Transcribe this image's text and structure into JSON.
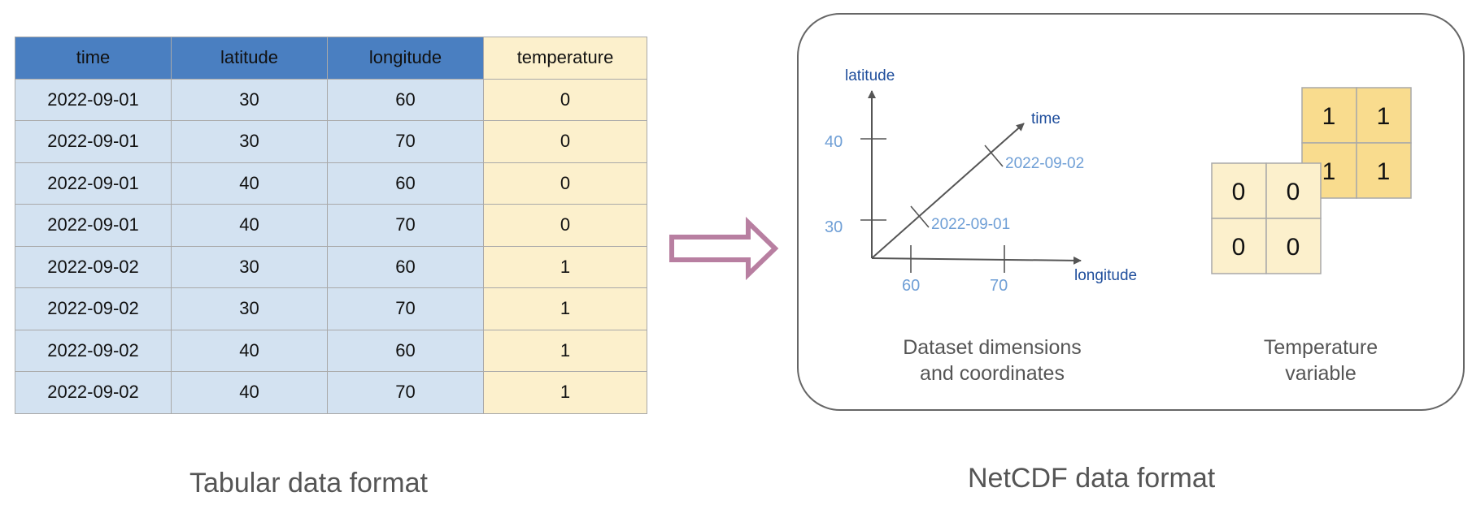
{
  "table": {
    "columns": [
      "time",
      "latitude",
      "longitude",
      "temperature"
    ],
    "rows": [
      [
        "2022-09-01",
        "30",
        "60",
        "0"
      ],
      [
        "2022-09-01",
        "30",
        "70",
        "0"
      ],
      [
        "2022-09-01",
        "40",
        "60",
        "0"
      ],
      [
        "2022-09-01",
        "40",
        "70",
        "0"
      ],
      [
        "2022-09-02",
        "30",
        "60",
        "1"
      ],
      [
        "2022-09-02",
        "30",
        "70",
        "1"
      ],
      [
        "2022-09-02",
        "40",
        "60",
        "1"
      ],
      [
        "2022-09-02",
        "40",
        "70",
        "1"
      ]
    ]
  },
  "captions": {
    "tabular": "Tabular data format",
    "netcdf": "NetCDF data format"
  },
  "netcdf": {
    "axes": {
      "latitude": "latitude",
      "longitude": "longitude",
      "time": "time"
    },
    "ticks": {
      "lat": [
        "40",
        "30"
      ],
      "lon": [
        "60",
        "70"
      ],
      "time": [
        "2022-09-01",
        "2022-09-02"
      ]
    },
    "labels": {
      "dims_line1": "Dataset dimensions",
      "dims_line2": "and coordinates",
      "var_line1": "Temperature",
      "var_line2": "variable"
    },
    "grids": {
      "back": [
        "1",
        "1",
        "1",
        "1"
      ],
      "front": [
        "0",
        "0",
        "0",
        "0"
      ]
    }
  },
  "colors": {
    "header_blue": "#4a7fc1",
    "cell_blue": "#d3e2f1",
    "cell_yellow": "#fcf0cc",
    "grid_back": "#f9dc8e",
    "arrow": "#b87fa1",
    "axis_label": "#1f4e9c",
    "tick_label": "#6f9fd6"
  }
}
